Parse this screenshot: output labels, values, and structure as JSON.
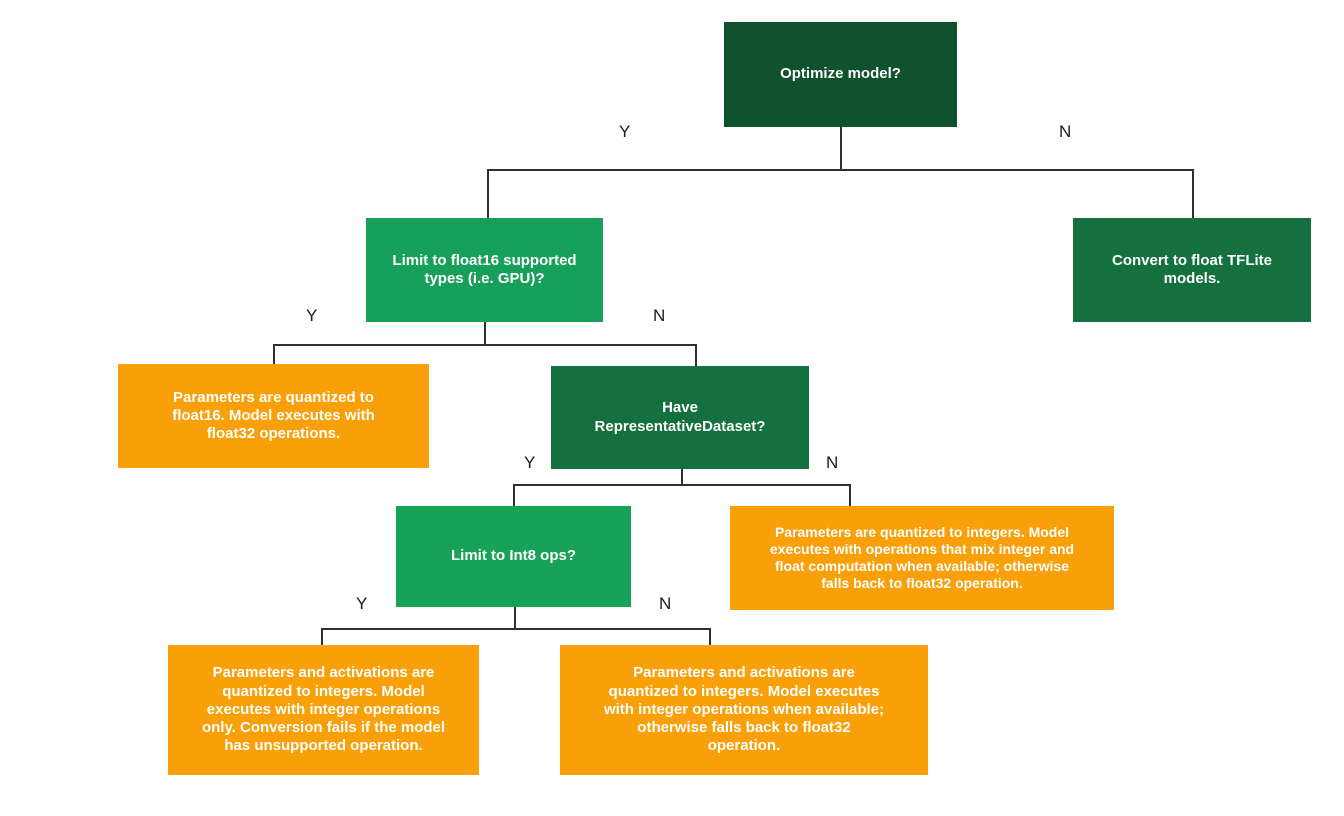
{
  "diagram": {
    "title": "TensorFlow Lite quantization decision tree",
    "colors": {
      "node_dark_green": "#10512e",
      "node_mid_green": "#15703f",
      "node_green": "#17a05a",
      "node_orange": "#f99f08",
      "edge": "#303030",
      "node_text": "#ffffff",
      "label_text": "#1a1a1a",
      "background": "#ffffff"
    },
    "nodes": {
      "optimize": "Optimize model?",
      "float16_supported": "Limit to float16 supported\ntypes (i.e. GPU)?",
      "convert_float_tflite": "Convert to float TFLite\nmodels.",
      "params_float16": "Parameters are quantized to\nfloat16. Model executes with\nfloat32 operations.",
      "have_representative_dataset": "Have\nRepresentativeDataset?",
      "limit_int8": "Limit to Int8 ops?",
      "params_mixed_int_float": "Parameters are quantized to integers. Model\nexecutes with operations that mix integer and\nfloat computation when available; otherwise\nfalls back to float32 operation.",
      "params_int_only": "Parameters and activations are\nquantized to integers. Model\nexecutes with integer operations\nonly. Conversion fails if the model\nhas unsupported operation.",
      "params_int_when_available": "Parameters and activations are\nquantized to integers. Model executes\nwith integer operations when available;\notherwise falls back to float32\noperation."
    },
    "branch_labels": {
      "optimize_yes": "Y",
      "optimize_no": "N",
      "float16_yes": "Y",
      "float16_no": "N",
      "repdataset_yes": "Y",
      "repdataset_no": "N",
      "int8_yes": "Y",
      "int8_no": "N"
    }
  }
}
